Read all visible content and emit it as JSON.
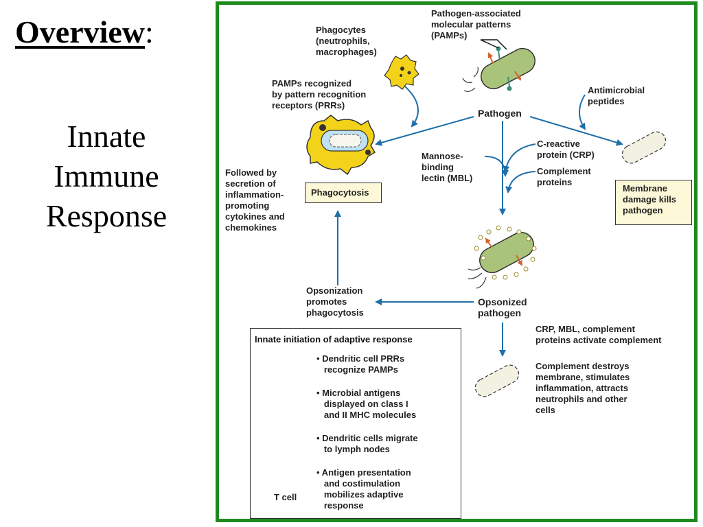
{
  "slide": {
    "title": "Overview",
    "title_colon": ":",
    "subtitle": [
      "Innate",
      "Immune",
      "Response"
    ]
  },
  "diagram": {
    "labels": {
      "pamps": [
        "Pathogen-associated",
        "molecular patterns",
        "(PAMPs)"
      ],
      "phagocytes": [
        "Phagocytes",
        "(neutrophils,",
        "macrophages)"
      ],
      "prr": [
        "PAMPs recognized",
        "by pattern recognition",
        "receptors (PRRs)"
      ],
      "pathogen": "Pathogen",
      "antimicrobial": [
        "Antimicrobial",
        "peptides"
      ],
      "mbl": [
        "Mannose-",
        "binding",
        "lectin (MBL)"
      ],
      "crp": [
        "C-reactive",
        "protein (CRP)"
      ],
      "complement": [
        "Complement",
        "proteins"
      ],
      "followed": [
        "Followed by",
        "secretion of",
        "inflammation-",
        "promoting",
        "cytokines and",
        "chemokines"
      ],
      "phagocytosis": "Phagocytosis",
      "membrane_damage": [
        "Membrane",
        "damage kills",
        "pathogen"
      ],
      "opsonization": [
        "Opsonization",
        "promotes",
        "phagocytosis"
      ],
      "opsonized": [
        "Opsonized",
        "pathogen"
      ],
      "activate": [
        "CRP, MBL, complement",
        "proteins activate complement"
      ],
      "destroys": [
        "Complement destroys",
        "membrane, stimulates",
        "inflammation, attracts",
        "neutrophils and other",
        "cells"
      ]
    },
    "adaptive": {
      "title": "Innate initiation of adaptive response",
      "bullets": [
        "• Dendritic cell PRRs\n   recognize PAMPs",
        "• Microbial antigens\n   displayed on class I\n   and II MHC molecules",
        "• Dendritic cells migrate\n   to lymph nodes",
        "• Antigen presentation\n   and costimulation\n   mobilizes adaptive\n   response"
      ],
      "tcell": "T cell"
    },
    "colors": {
      "frame": "#1e8a1e",
      "arrow": "#1f6fa8",
      "bacteria": "#a9c47a",
      "phagocyte": "#f3d21a",
      "box_fill": "#fdf8d8",
      "tcell": "#8fc4ea"
    }
  }
}
